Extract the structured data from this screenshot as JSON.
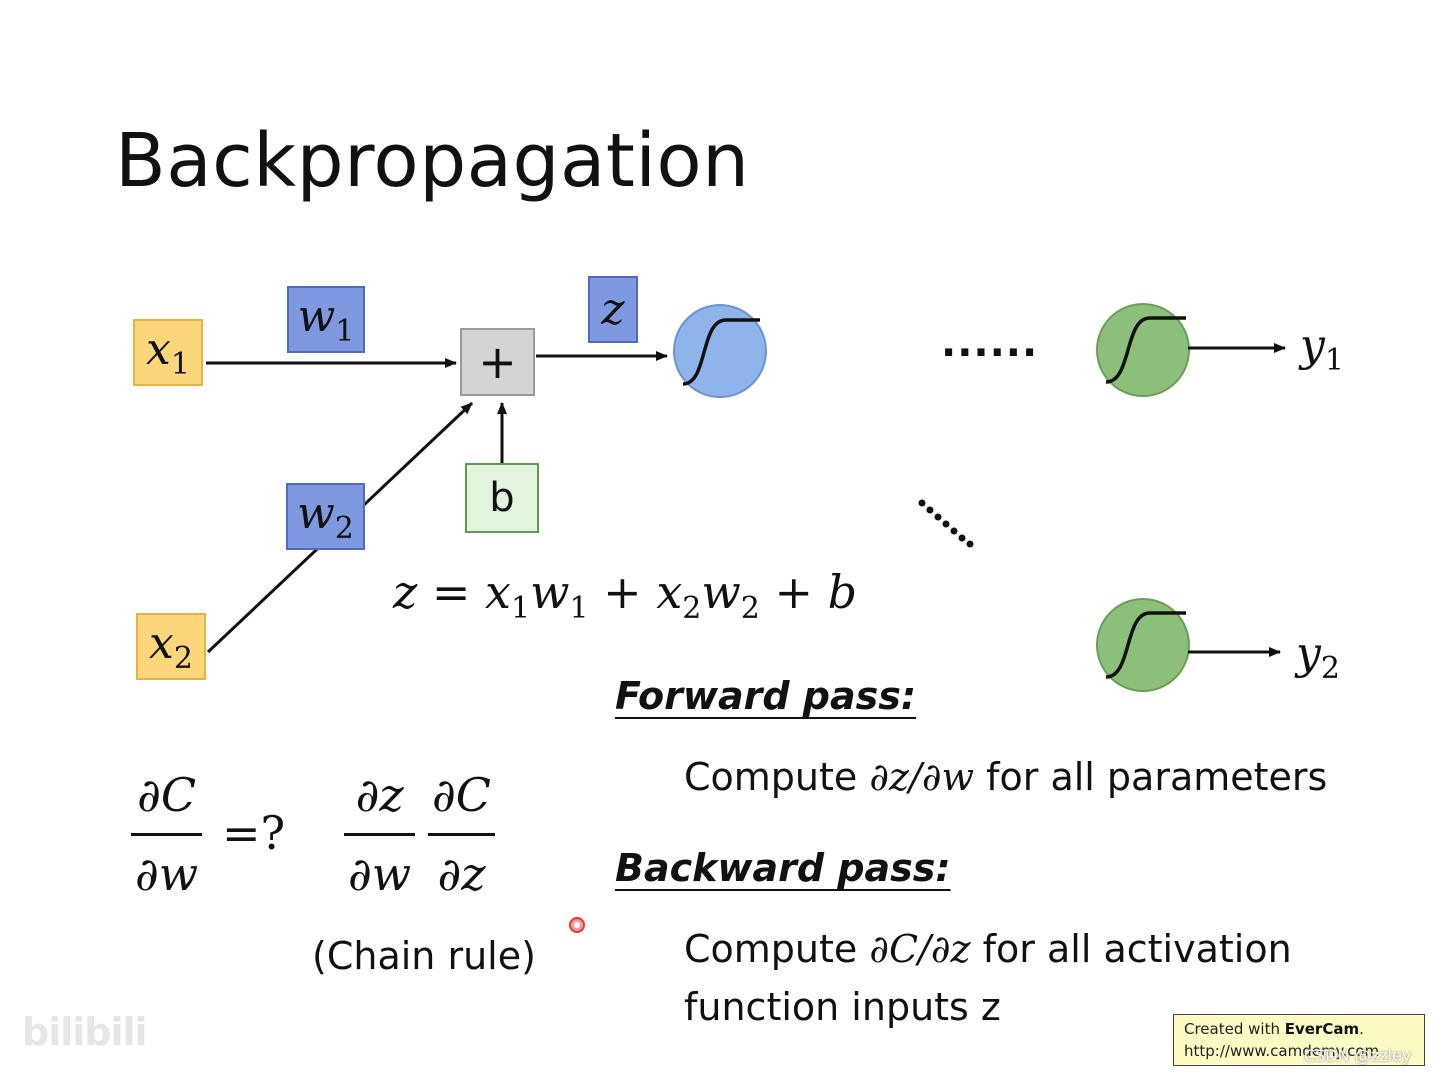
{
  "title": "Backpropagation",
  "inputs": {
    "x1": {
      "base": "x",
      "sub": "1"
    },
    "x2": {
      "base": "x",
      "sub": "2"
    }
  },
  "weights": {
    "w1": {
      "base": "w",
      "sub": "1"
    },
    "w2": {
      "base": "w",
      "sub": "2"
    }
  },
  "sum_node": "+",
  "bias": "b",
  "z_label": "z",
  "outputs": {
    "y1": {
      "base": "y",
      "sub": "1"
    },
    "y2": {
      "base": "y",
      "sub": "2"
    }
  },
  "dots_horizontal": "......",
  "equation": {
    "lhs": "z = x",
    "t1_sub": "1",
    "t1_w": "w",
    "t1_w_sub": "1",
    "plus1": " + x",
    "t2_sub": "2",
    "t2_w": "w",
    "t2_w_sub": "2",
    "tail": " + b"
  },
  "forward": {
    "heading": "Forward pass:",
    "text_before": "Compute ",
    "math": "∂z/∂w",
    "text_after": " for all parameters"
  },
  "backward": {
    "heading": "Backward pass:",
    "text_before": "Compute ",
    "math": "∂C/∂z",
    "text_after": " for all activation",
    "line2": "function inputs z"
  },
  "derivative": {
    "num": "∂C",
    "den": "∂w",
    "suffix": "=?"
  },
  "chain": {
    "f1_num": "∂z",
    "f1_den": "∂w",
    "f2_num": "∂C",
    "f2_den": "∂z",
    "label": "(Chain rule)"
  },
  "watermarks": {
    "bilibili": "bilibili",
    "evercam_line1_prefix": "Created with ",
    "evercam_brand": "EverCam",
    "evercam_line1_suffix": ".",
    "evercam_line2": "http://www.camdemy.com",
    "csdn": "CSDN @zzley"
  },
  "colors": {
    "input_fill": "#fcd67a",
    "weight_fill": "#7f99e0",
    "neuron_blue": "#8fb4ea",
    "neuron_green": "#8cc07a",
    "bias_fill": "#e3f4de"
  }
}
